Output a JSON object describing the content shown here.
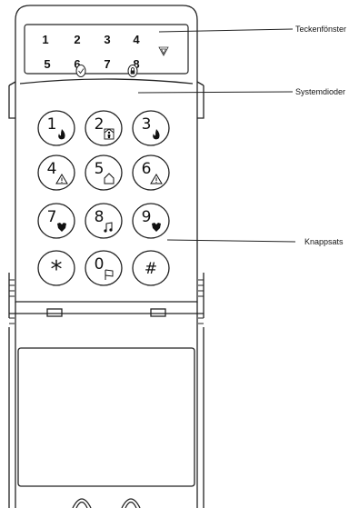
{
  "display": {
    "digits_top": [
      "1",
      "2",
      "3",
      "4"
    ],
    "digits_bottom": [
      "5",
      "6",
      "7",
      "8"
    ]
  },
  "keys": [
    {
      "label": "1",
      "icon": "fire-icon"
    },
    {
      "label": "2",
      "icon": "person-in-house-icon"
    },
    {
      "label": "3",
      "icon": "fire-icon"
    },
    {
      "label": "4",
      "icon": "warning-icon"
    },
    {
      "label": "5",
      "icon": "house-icon"
    },
    {
      "label": "6",
      "icon": "warning-icon"
    },
    {
      "label": "7",
      "icon": "police-badge-icon"
    },
    {
      "label": "8",
      "icon": "music-note-icon"
    },
    {
      "label": "9",
      "icon": "police-badge-icon"
    },
    {
      "label": "*",
      "icon": ""
    },
    {
      "label": "0",
      "icon": "flag-icon"
    },
    {
      "label": "#",
      "icon": ""
    }
  ],
  "leds": [
    {
      "icon": "check-icon"
    },
    {
      "icon": "lock-icon"
    }
  ],
  "callouts": {
    "display": "Teckenfönster",
    "leds": "Systemdioder",
    "keypad": "Knappsats"
  }
}
